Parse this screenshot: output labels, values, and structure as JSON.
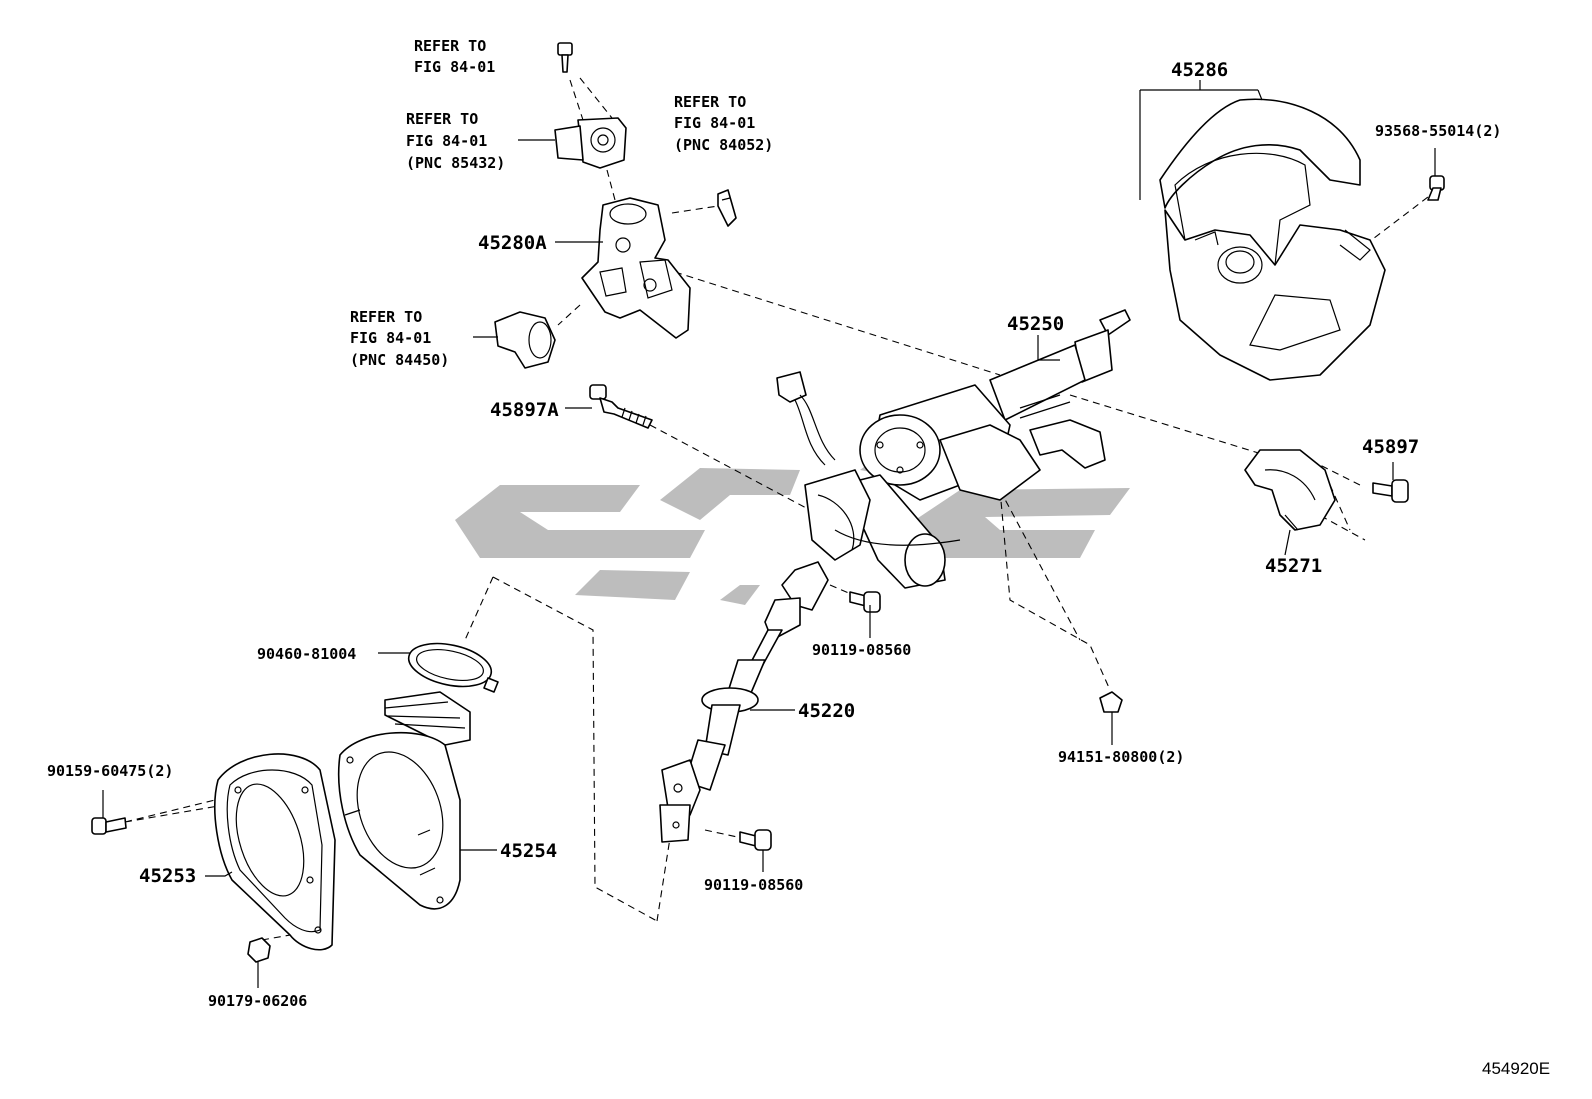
{
  "labels": {
    "refer_top": [
      "REFER TO",
      "FIG 84-01"
    ],
    "refer_85432": [
      "REFER TO",
      "FIG 84-01",
      "(PNC 85432)"
    ],
    "refer_84052": [
      "REFER TO",
      "FIG 84-01",
      "(PNC 84052)"
    ],
    "refer_84450": [
      "REFER TO",
      "FIG 84-01",
      "(PNC 84450)"
    ],
    "p45280A": "45280A",
    "p45897A": "45897A",
    "p45250": "45250",
    "p45286": "45286",
    "p93568": "93568-55014(2)",
    "p45897": "45897",
    "p45271": "45271",
    "p90460": "90460-81004",
    "p90119a": "90119-08560",
    "p90119b": "90119-08560",
    "p45220": "45220",
    "p94151": "94151-80800(2)",
    "p90159": "90159-60475(2)",
    "p45253": "45253",
    "p45254": "45254",
    "p90179": "90179-06206"
  },
  "figure_id": "454920E",
  "colors": {
    "line": "#000000",
    "watermark": "#bdbdbd",
    "background": "#ffffff"
  }
}
